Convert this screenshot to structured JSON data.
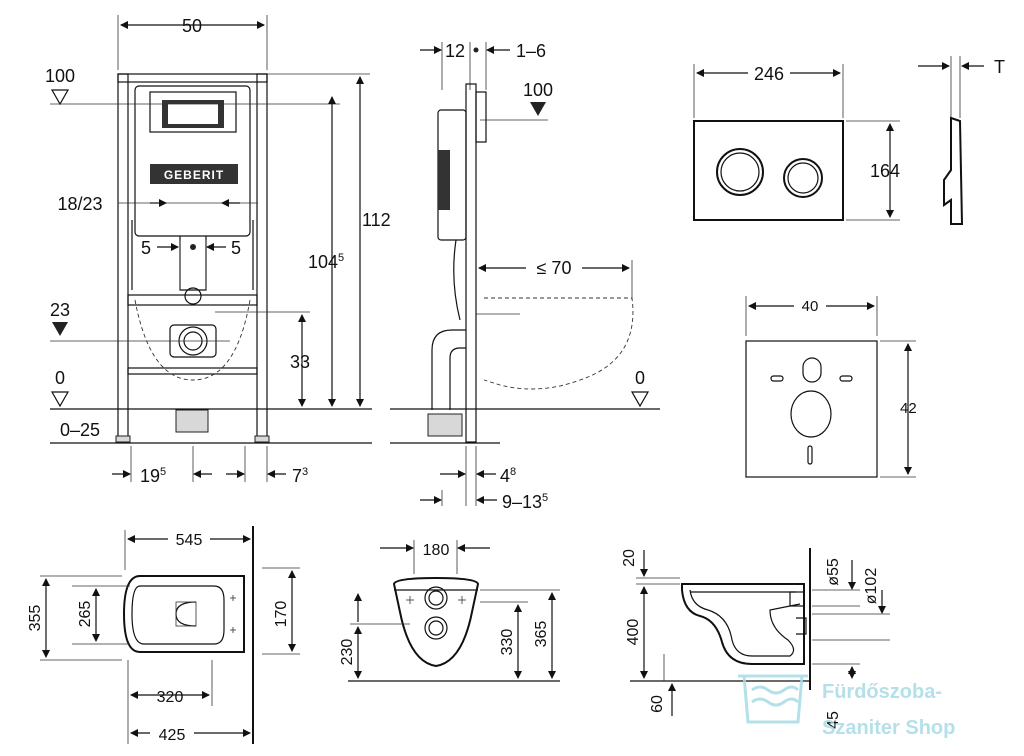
{
  "frame_front": {
    "width": "50",
    "level_100": "100",
    "pipe_18_23": "18/23",
    "offset_left": "5",
    "offset_right": "5",
    "level_23": "23",
    "level_0": "0",
    "floor_range": "0–25",
    "height_112": "112",
    "height_104": "104",
    "height_104_sup": "5",
    "height_33": "33",
    "dim_19": "19",
    "dim_19_sup": "5",
    "dim_7": "7",
    "dim_7_sup": "3",
    "brand": "GEBERIT"
  },
  "frame_side": {
    "dim_12": "12",
    "dim_1_6": "1–6",
    "level_100": "100",
    "depth_70": "≤ 70",
    "level_0": "0",
    "dim_4": "4",
    "dim_4_sup": "8",
    "dim_9_13": "9–13",
    "dim_9_13_sup": "5"
  },
  "flush_plate": {
    "width": "246",
    "height": "164",
    "thickness": "T"
  },
  "access_plate": {
    "width": "40",
    "height": "42"
  },
  "toilet_top": {
    "length": "545",
    "width": "355",
    "inner_width": "265",
    "mount_width": "170",
    "dim_320": "320",
    "dim_425": "425"
  },
  "toilet_front": {
    "width": "180",
    "dim_230": "230",
    "dim_330": "330",
    "dim_365": "365"
  },
  "toilet_side": {
    "dim_20": "20",
    "dim_400": "400",
    "dim_60": "60",
    "dim_55": "ø55",
    "dim_102": "ø102",
    "dim_45": "45"
  },
  "watermark": {
    "line1": "Fürdőszoba-",
    "line2": "Szaniter Shop"
  }
}
